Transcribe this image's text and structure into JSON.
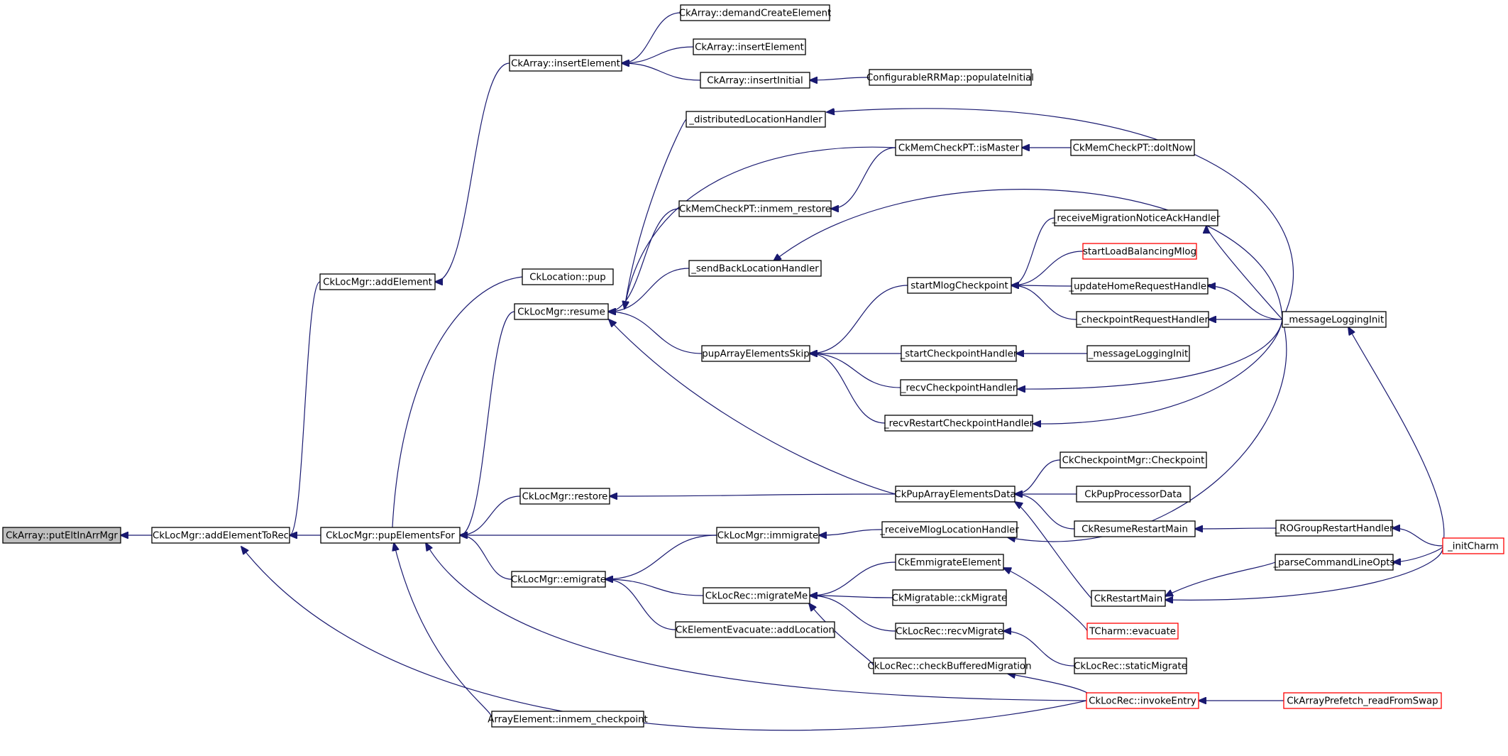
{
  "colors": {
    "edge": "#191970",
    "node_border": "#000000",
    "node_border_truncated": "#ff0000",
    "node_fill": "#ffffff",
    "root_fill": "#bfbfbf"
  },
  "nodes": [
    {
      "id": "putElt",
      "label": "CkArray::putEltInArrMgr",
      "style": "root"
    },
    {
      "id": "addElementToRec",
      "label": "CkLocMgr::addElementToRec",
      "style": "normal"
    },
    {
      "id": "pupElementsFor",
      "label": "CkLocMgr::pupElementsFor",
      "style": "normal"
    },
    {
      "id": "addElement",
      "label": "CkLocMgr::addElement",
      "style": "normal"
    },
    {
      "id": "arrInsertElement",
      "label": "CkArray::insertElement",
      "style": "normal"
    },
    {
      "id": "demandCreate",
      "label": "CkArray::demandCreateElement",
      "style": "normal"
    },
    {
      "id": "arrInsertElement2",
      "label": "CkArray::insertElement",
      "style": "normal"
    },
    {
      "id": "insertInitial",
      "label": "CkArray::insertInitial",
      "style": "normal"
    },
    {
      "id": "populateInitial",
      "label": "ConfigurableRRMap::populateInitial",
      "style": "normal"
    },
    {
      "id": "distLoc",
      "label": "_distributedLocationHandler",
      "style": "normal"
    },
    {
      "id": "isMaster",
      "label": "CkMemCheckPT::isMaster",
      "style": "normal"
    },
    {
      "id": "doItNow",
      "label": "CkMemCheckPT::doItNow",
      "style": "normal"
    },
    {
      "id": "inmemRestore",
      "label": "CkMemCheckPT::inmem_restore",
      "style": "normal"
    },
    {
      "id": "sendBack",
      "label": "_sendBackLocationHandler",
      "style": "normal"
    },
    {
      "id": "locPup",
      "label": "CkLocation::pup",
      "style": "normal"
    },
    {
      "id": "resume",
      "label": "CkLocMgr::resume",
      "style": "normal"
    },
    {
      "id": "pupSkip",
      "label": "pupArrayElementsSkip",
      "style": "normal"
    },
    {
      "id": "startMlog",
      "label": "startMlogCheckpoint",
      "style": "normal"
    },
    {
      "id": "recvMigAck",
      "label": "_receiveMigrationNoticeAckHandler",
      "style": "normal"
    },
    {
      "id": "startLB",
      "label": "startLoadBalancingMlog",
      "style": "truncated"
    },
    {
      "id": "updateHome",
      "label": "_updateHomeRequestHandler",
      "style": "normal"
    },
    {
      "id": "ckptReq",
      "label": "_checkpointRequestHandler",
      "style": "normal"
    },
    {
      "id": "msgLogInit1",
      "label": "_messageLoggingInit",
      "style": "normal"
    },
    {
      "id": "startCkpt",
      "label": "_startCheckpointHandler",
      "style": "normal"
    },
    {
      "id": "msgLogInit2",
      "label": "_messageLoggingInit",
      "style": "normal"
    },
    {
      "id": "recvCkpt",
      "label": "_recvCheckpointHandler",
      "style": "normal"
    },
    {
      "id": "recvRestart",
      "label": "_recvRestartCheckpointHandler",
      "style": "normal"
    },
    {
      "id": "restore",
      "label": "CkLocMgr::restore",
      "style": "normal"
    },
    {
      "id": "pupArrData",
      "label": "CkPupArrayElementsData",
      "style": "normal"
    },
    {
      "id": "ckptMgr",
      "label": "CkCheckpointMgr::Checkpoint",
      "style": "normal"
    },
    {
      "id": "pupProc",
      "label": "CkPupProcessorData",
      "style": "normal"
    },
    {
      "id": "resumeRestart",
      "label": "CkResumeRestartMain",
      "style": "normal"
    },
    {
      "id": "roGroup",
      "label": "_ROGroupRestartHandler",
      "style": "normal"
    },
    {
      "id": "immigrate",
      "label": "CkLocMgr::immigrate",
      "style": "normal"
    },
    {
      "id": "recvMlogLoc",
      "label": "_receiveMlogLocationHandler",
      "style": "normal"
    },
    {
      "id": "initCharm",
      "label": "_initCharm",
      "style": "truncated"
    },
    {
      "id": "emigrate",
      "label": "CkLocMgr::emigrate",
      "style": "normal"
    },
    {
      "id": "emigrateElt",
      "label": "CkEmmigrateElement",
      "style": "normal"
    },
    {
      "id": "parseCmd",
      "label": "_parseCommandLineOpts",
      "style": "normal"
    },
    {
      "id": "migrateMe",
      "label": "CkLocRec::migrateMe",
      "style": "normal"
    },
    {
      "id": "ckMigrate",
      "label": "CkMigratable::ckMigrate",
      "style": "normal"
    },
    {
      "id": "restartMain",
      "label": "CkRestartMain",
      "style": "normal"
    },
    {
      "id": "evacAdd",
      "label": "CkElementEvacuate::addLocation",
      "style": "normal"
    },
    {
      "id": "recvMigrate",
      "label": "CkLocRec::recvMigrate",
      "style": "normal"
    },
    {
      "id": "tcharmEvac",
      "label": "TCharm::evacuate",
      "style": "truncated"
    },
    {
      "id": "checkBuffered",
      "label": "CkLocRec::checkBufferedMigration",
      "style": "normal"
    },
    {
      "id": "staticMigrate",
      "label": "CkLocRec::staticMigrate",
      "style": "normal"
    },
    {
      "id": "invokeEntry",
      "label": "CkLocRec::invokeEntry",
      "style": "truncated"
    },
    {
      "id": "prefetch",
      "label": "CkArrayPrefetch_readFromSwap",
      "style": "truncated"
    },
    {
      "id": "inmemCkpt",
      "label": "ArrayElement::inmem_checkpoint",
      "style": "normal"
    }
  ],
  "edges": [
    [
      "addElementToRec",
      "putElt"
    ],
    [
      "pupElementsFor",
      "addElementToRec"
    ],
    [
      "addElement",
      "addElementToRec"
    ],
    [
      "invokeEntry",
      "addElementToRec"
    ],
    [
      "arrInsertElement",
      "addElement"
    ],
    [
      "demandCreate",
      "arrInsertElement"
    ],
    [
      "arrInsertElement2",
      "arrInsertElement"
    ],
    [
      "insertInitial",
      "arrInsertElement"
    ],
    [
      "populateInitial",
      "insertInitial"
    ],
    [
      "locPup",
      "pupElementsFor"
    ],
    [
      "resume",
      "pupElementsFor"
    ],
    [
      "restore",
      "pupElementsFor"
    ],
    [
      "immigrate",
      "pupElementsFor"
    ],
    [
      "emigrate",
      "pupElementsFor"
    ],
    [
      "invokeEntry",
      "pupElementsFor"
    ],
    [
      "inmemCkpt",
      "pupElementsFor"
    ],
    [
      "distLoc",
      "resume"
    ],
    [
      "isMaster",
      "resume"
    ],
    [
      "inmemRestore",
      "resume"
    ],
    [
      "sendBack",
      "resume"
    ],
    [
      "pupSkip",
      "resume"
    ],
    [
      "pupArrData",
      "resume"
    ],
    [
      "msgLogInit1",
      "distLoc"
    ],
    [
      "doItNow",
      "isMaster"
    ],
    [
      "isMaster",
      "inmemRestore"
    ],
    [
      "msgLogInit1",
      "sendBack"
    ],
    [
      "startMlog",
      "pupSkip"
    ],
    [
      "startCkpt",
      "pupSkip"
    ],
    [
      "recvCkpt",
      "pupSkip"
    ],
    [
      "recvRestart",
      "pupSkip"
    ],
    [
      "recvMigAck",
      "startMlog"
    ],
    [
      "startLB",
      "startMlog"
    ],
    [
      "updateHome",
      "startMlog"
    ],
    [
      "ckptReq",
      "startMlog"
    ],
    [
      "msgLogInit1",
      "recvMigAck"
    ],
    [
      "msgLogInit1",
      "updateHome"
    ],
    [
      "msgLogInit1",
      "ckptReq"
    ],
    [
      "initCharm",
      "msgLogInit1"
    ],
    [
      "msgLogInit2",
      "startCkpt"
    ],
    [
      "msgLogInit1",
      "recvCkpt"
    ],
    [
      "msgLogInit1",
      "recvRestart"
    ],
    [
      "pupArrData",
      "restore"
    ],
    [
      "ckptMgr",
      "pupArrData"
    ],
    [
      "pupProc",
      "pupArrData"
    ],
    [
      "resumeRestart",
      "pupArrData"
    ],
    [
      "restartMain",
      "pupArrData"
    ],
    [
      "roGroup",
      "resumeRestart"
    ],
    [
      "initCharm",
      "roGroup"
    ],
    [
      "recvMlogLoc",
      "immigrate"
    ],
    [
      "msgLogInit1",
      "recvMlogLoc"
    ],
    [
      "immigrate",
      "emigrate"
    ],
    [
      "migrateMe",
      "emigrate"
    ],
    [
      "evacAdd",
      "emigrate"
    ],
    [
      "emigrateElt",
      "migrateMe"
    ],
    [
      "ckMigrate",
      "migrateMe"
    ],
    [
      "recvMigrate",
      "migrateMe"
    ],
    [
      "checkBuffered",
      "migrateMe"
    ],
    [
      "tcharmEvac",
      "emigrateElt"
    ],
    [
      "staticMigrate",
      "recvMigrate"
    ],
    [
      "invokeEntry",
      "checkBuffered"
    ],
    [
      "parseCmd",
      "restartMain"
    ],
    [
      "initCharm",
      "restartMain"
    ],
    [
      "initCharm",
      "parseCmd"
    ],
    [
      "prefetch",
      "invokeEntry"
    ]
  ]
}
